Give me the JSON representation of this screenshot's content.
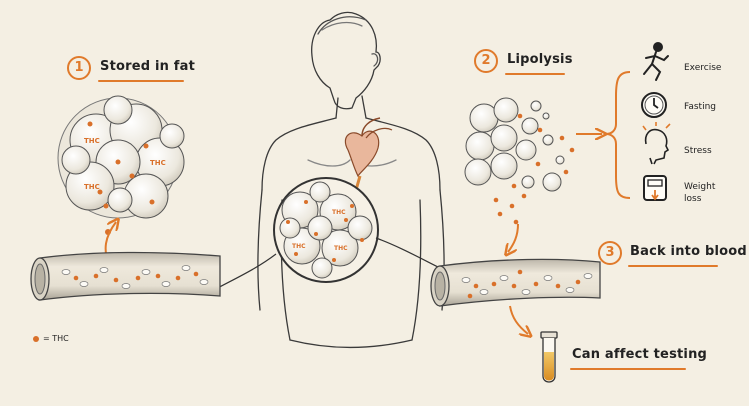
{
  "steps": [
    {
      "number": "1",
      "label": "Stored in fat"
    },
    {
      "number": "2",
      "label": "Lipolysis"
    },
    {
      "number": "3",
      "label": "Back into blood"
    }
  ],
  "triggers": [
    {
      "label": "Exercise",
      "icon": "running-person-icon"
    },
    {
      "label": "Fasting",
      "icon": "clock-icon"
    },
    {
      "label": "Stress",
      "icon": "stressed-head-icon"
    },
    {
      "label": "Weight\nloss",
      "icon": "scale-icon"
    }
  ],
  "cell_labels": {
    "thc": "THC"
  },
  "legend": {
    "text": "= THC"
  },
  "result": {
    "label": "Can affect testing"
  },
  "colors": {
    "accent": "#e07a2b",
    "ink": "#2b2b2b",
    "paper": "#f4efe3"
  }
}
